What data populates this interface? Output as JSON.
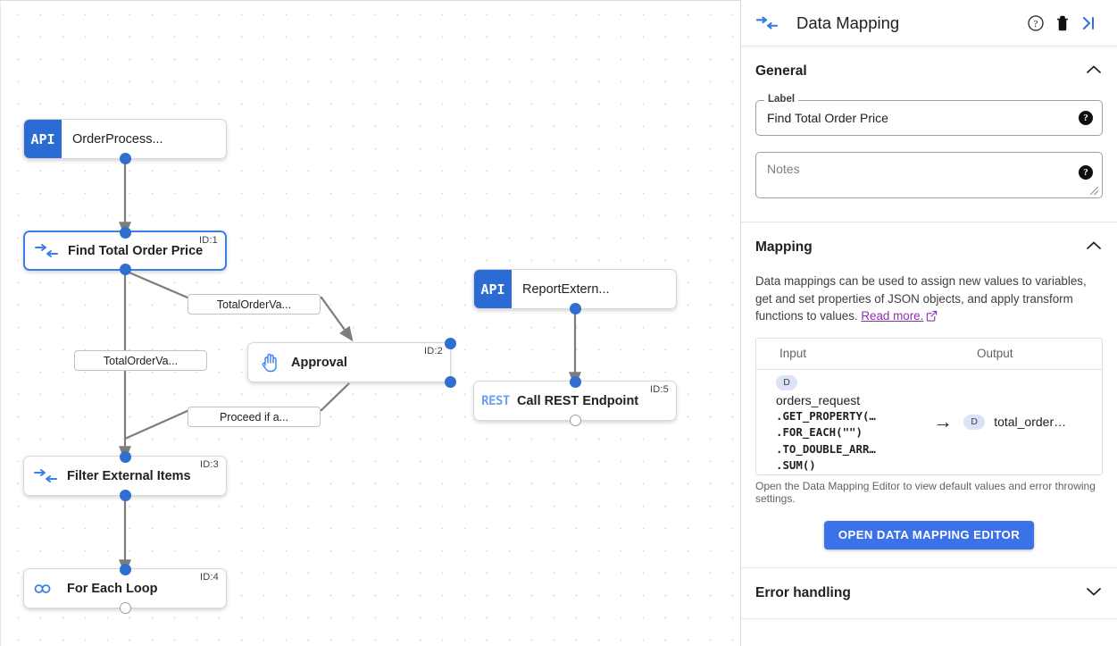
{
  "panel": {
    "header": {
      "icon": "data-mapping-icon",
      "title": "Data Mapping",
      "help_icon": "help-circle-icon",
      "delete_icon": "trash-icon",
      "collapse_icon": "collapse-right-icon"
    },
    "general": {
      "title": "General",
      "collapse_state": "expanded",
      "label_legend": "Label",
      "label_value": "Find Total Order Price",
      "notes_placeholder": "Notes",
      "notes_value": ""
    },
    "mapping": {
      "title": "Mapping",
      "collapse_state": "expanded",
      "description_part1": "Data mappings can be used to assign new values to variables, get and set properties of JSON objects, and apply transform functions to values. ",
      "read_more": "Read more.",
      "link_color": "#8b30ad",
      "columns": [
        "Input",
        "Output"
      ],
      "rows": [
        {
          "input_badge": "D",
          "input_var": "orders_request",
          "input_expr": ".GET_PROPERTY(…\n.FOR_EACH(\"\")\n.TO_DOUBLE_ARR…\n.SUM()",
          "arrow": "→",
          "output_badge": "D",
          "output_var": "total_order…"
        }
      ],
      "hint": "Open the Data Mapping Editor to view default values and error throwing settings.",
      "editor_button": "OPEN DATA MAPPING EDITOR",
      "button_color": "#3b72e8"
    },
    "error_handling": {
      "title": "Error handling",
      "collapse_state": "collapsed"
    }
  },
  "canvas": {
    "nodes": [
      {
        "id": "",
        "title": "OrderProcess...",
        "badge": "API",
        "kind": "api",
        "selected": false
      },
      {
        "id": "ID:1",
        "title": "Find Total Order Price",
        "badge": "data-mapping-icon",
        "kind": "mapping",
        "selected": true
      },
      {
        "id": "ID:2",
        "title": "Approval",
        "badge": "hand-icon",
        "kind": "approval",
        "selected": false
      },
      {
        "id": "ID:3",
        "title": "Filter External Items",
        "badge": "data-mapping-icon",
        "kind": "mapping",
        "selected": false
      },
      {
        "id": "ID:4",
        "title": "For Each Loop",
        "badge": "loop-icon",
        "kind": "loop",
        "selected": false
      },
      {
        "id": "",
        "title": "ReportExtern...",
        "badge": "API",
        "kind": "api",
        "selected": false
      },
      {
        "id": "ID:5",
        "title": "Call REST Endpoint",
        "badge": "REST",
        "kind": "rest",
        "selected": false
      }
    ],
    "edge_labels": [
      "TotalOrderVa...",
      "TotalOrderVa...",
      "Proceed if a..."
    ]
  }
}
